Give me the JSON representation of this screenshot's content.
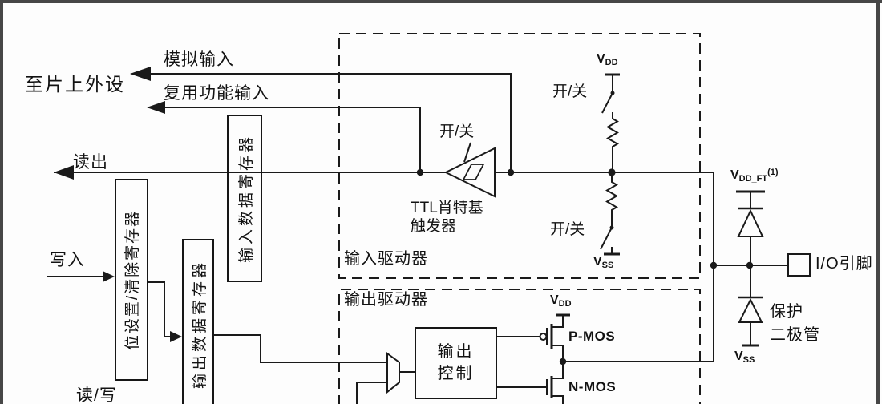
{
  "colors": {
    "wire": "#1a1a1a",
    "paper": "#fdfdfd",
    "frame": "#474747"
  },
  "peripherals_label": "至片上外设",
  "signals": {
    "analog_input": "模拟输入",
    "af_input": "复用功能输入",
    "read": "读出",
    "write": "写入",
    "read_write": "读/写"
  },
  "registers": {
    "input_data": "输入数据寄存器",
    "bit_set_clear": "位设置/清除寄存器",
    "output_data": "输出数据寄存器"
  },
  "drivers": {
    "input": "输入驱动器",
    "output": "输出驱动器"
  },
  "schmitt": {
    "on_off": "开/关",
    "name_line1": "TTL肖特基",
    "name_line2": "触发器"
  },
  "pull": {
    "on_off_up": "开/关",
    "on_off_down": "开/关"
  },
  "output_control": {
    "line1": "输出",
    "line2": "控制"
  },
  "transistors": {
    "pmos": "P-MOS",
    "nmos": "N-MOS"
  },
  "power": {
    "vdd": {
      "base": "V",
      "sub": "DD"
    },
    "vss": {
      "base": "V",
      "sub": "SS"
    },
    "vdd_ft": {
      "base": "V",
      "sub": "DD_FT",
      "sup": "(1)"
    }
  },
  "io": {
    "pin_label": "I/O引脚"
  },
  "protection": {
    "line1": "保护",
    "line2": "二极管"
  }
}
